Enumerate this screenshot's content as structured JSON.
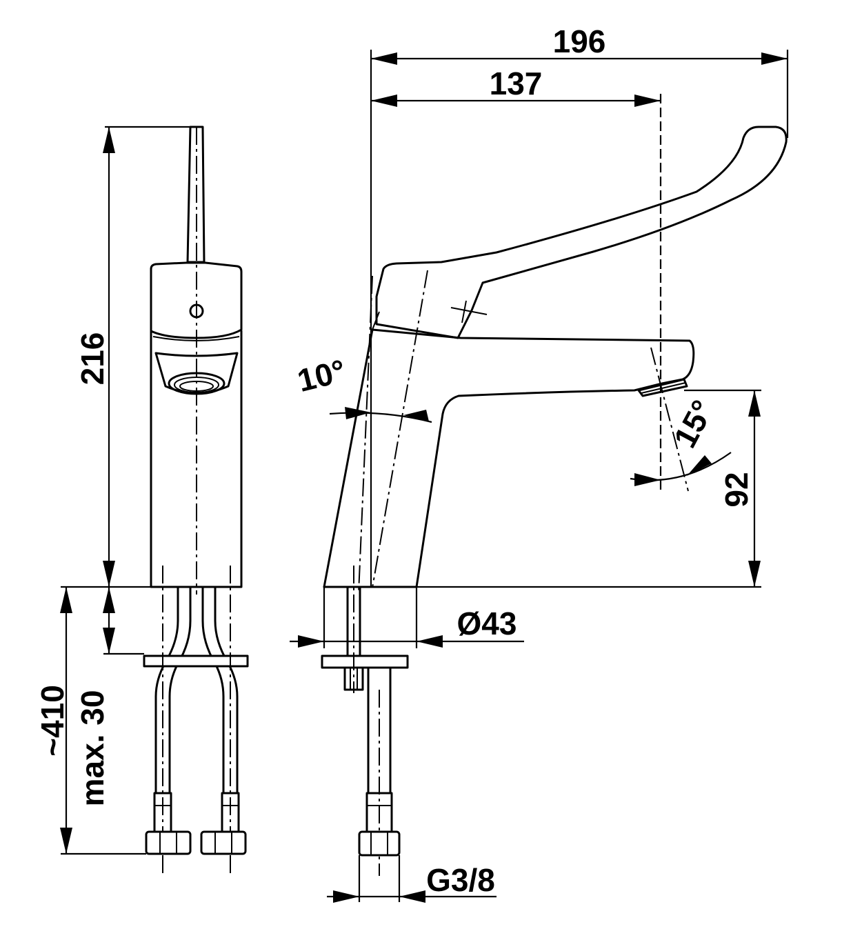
{
  "drawing": {
    "dimensions": {
      "overall_depth": "196",
      "spout_reach": "137",
      "height": "216",
      "lever_angle": "10°",
      "spout_angle": "15°",
      "outlet_height": "92",
      "base_diameter": "Ø43",
      "hose_length": "~410",
      "max_thickness": "max. 30",
      "connection_thread": "G3/8"
    },
    "line_color": "#000000",
    "background": "#ffffff"
  }
}
